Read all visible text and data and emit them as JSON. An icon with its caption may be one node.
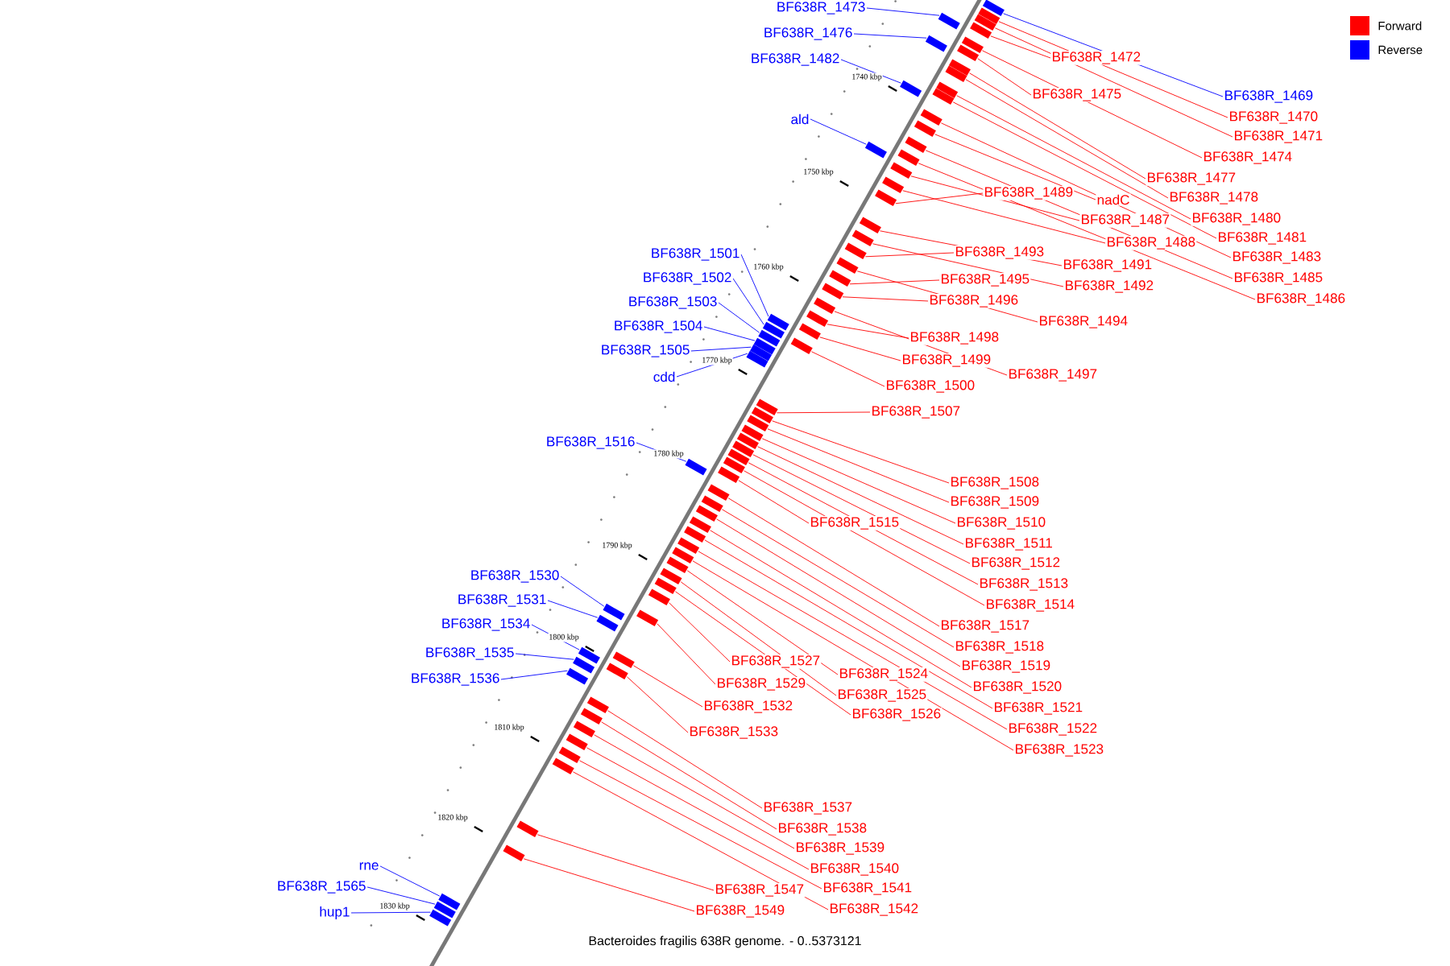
{
  "diagram": {
    "caption": "Bacteroides fragilis 638R genome. - 0..5373121",
    "nodes": [
      {
        "text": [
          "BF638R_1473"
        ]
      },
      {
        "text": [
          "BF638R_1476"
        ]
      },
      {
        "text": [
          "BF638R_1472"
        ]
      },
      {
        "text": [
          "BF638R_1482"
        ]
      },
      {
        "text": [
          "BF638R_1475"
        ]
      },
      {
        "text": [
          "BF638R_1469"
        ]
      },
      {
        "text": [
          "BF638R_1470"
        ]
      },
      {
        "text": [
          "ald"
        ]
      },
      {
        "text": [
          "BF638R_1471"
        ]
      },
      {
        "text": [
          "BF638R_1474"
        ]
      },
      {
        "text": [
          "BF638R_1477"
        ]
      },
      {
        "text": [
          "BF638R_1489"
        ]
      },
      {
        "text": [
          "BF638R_1478"
        ]
      },
      {
        "text": [
          "nadC"
        ]
      },
      {
        "text": [
          "BF638R_1480"
        ]
      },
      {
        "text": [
          "BF638R_1487"
        ]
      },
      {
        "text": [
          "BF638R_1481"
        ]
      },
      {
        "text": [
          "BF638R_1488"
        ]
      },
      {
        "text": [
          "BF638R_1493"
        ]
      },
      {
        "text": [
          "BF638R_1501"
        ]
      },
      {
        "text": [
          "BF638R_1483"
        ]
      },
      {
        "text": [
          "BF638R_1491"
        ]
      },
      {
        "text": [
          "BF638R_1502"
        ]
      },
      {
        "text": [
          "BF638R_1485"
        ]
      },
      {
        "text": [
          "BF638R_1495"
        ]
      },
      {
        "text": [
          "BF638R_1492"
        ]
      },
      {
        "text": [
          "BF638R_1486"
        ]
      },
      {
        "text": [
          "BF638R_1496"
        ]
      },
      {
        "text": [
          "BF638R_1503"
        ]
      },
      {
        "text": [
          "BF638R_1494"
        ]
      },
      {
        "text": [
          "BF638R_1504"
        ]
      },
      {
        "text": [
          "BF638R_1498"
        ]
      },
      {
        "text": [
          "BF638R_1505"
        ]
      },
      {
        "text": [
          "BF638R_1499"
        ]
      },
      {
        "text": [
          "BF638R_1497"
        ]
      },
      {
        "text": [
          "cdd"
        ]
      },
      {
        "text": [
          "BF638R_1500"
        ]
      },
      {
        "text": [
          "BF638R_1507"
        ]
      },
      {
        "text": [
          "BF638R_1516"
        ]
      },
      {
        "text": [
          "BF638R_1508"
        ]
      },
      {
        "text": [
          "BF638R_1509"
        ]
      },
      {
        "text": [
          "BF638R_1510"
        ]
      },
      {
        "text": [
          "BF638R_1515"
        ]
      },
      {
        "text": [
          "BF638R_1511"
        ]
      },
      {
        "text": [
          "BF638R_1512"
        ]
      },
      {
        "text": [
          "BF638R_1530"
        ]
      },
      {
        "text": [
          "BF638R_1513"
        ]
      },
      {
        "text": [
          "BF638R_1531"
        ]
      },
      {
        "text": [
          "BF638R_1514"
        ]
      },
      {
        "text": [
          "BF638R_1534"
        ]
      },
      {
        "text": [
          "BF638R_1517"
        ]
      },
      {
        "text": [
          "BF638R_1518"
        ]
      },
      {
        "text": [
          "BF638R_1535"
        ]
      },
      {
        "text": [
          "BF638R_1527"
        ]
      },
      {
        "text": [
          "BF638R_1519"
        ]
      },
      {
        "text": [
          "BF638R_1524"
        ]
      },
      {
        "text": [
          "BF638R_1536"
        ]
      },
      {
        "text": [
          "BF638R_1529"
        ]
      },
      {
        "text": [
          "BF638R_1520"
        ]
      },
      {
        "text": [
          "BF638R_1525"
        ]
      },
      {
        "text": [
          "BF638R_1532"
        ]
      },
      {
        "text": [
          "BF638R_1521"
        ]
      },
      {
        "text": [
          "BF638R_1526"
        ]
      },
      {
        "text": [
          "BF638R_1522"
        ]
      },
      {
        "text": [
          "BF638R_1533"
        ]
      },
      {
        "text": [
          "BF638R_1523"
        ]
      },
      {
        "text": [
          "BF638R_1537"
        ]
      },
      {
        "text": [
          "BF638R_1538"
        ]
      },
      {
        "text": [
          "BF638R_1539"
        ]
      },
      {
        "text": [
          "BF638R_1540"
        ]
      },
      {
        "text": [
          "rne"
        ]
      },
      {
        "text": [
          "BF638R_1565"
        ]
      },
      {
        "text": [
          "BF638R_1541"
        ]
      },
      {
        "text": [
          "BF638R_1547"
        ]
      },
      {
        "text": [
          "BF638R_1542"
        ]
      },
      {
        "text": [
          "hup1"
        ]
      },
      {
        "text": [
          "BF638R_1549"
        ]
      },
      {
        "text": [],
        "shape": "box"
      },
      {
        "text": [],
        "shape": "box"
      },
      {
        "text": [],
        "shape": "box"
      },
      {
        "text": [],
        "shape": "box"
      },
      {
        "text": [],
        "shape": "box"
      },
      {
        "text": [],
        "shape": "box"
      },
      {
        "text": [],
        "shape": "box"
      },
      {
        "text": [],
        "shape": "box"
      },
      {
        "text": [],
        "shape": "box"
      },
      {
        "text": [],
        "shape": "box"
      },
      {
        "text": [],
        "shape": "box"
      },
      {
        "text": [],
        "shape": "box"
      },
      {
        "text": [],
        "shape": "box"
      },
      {
        "text": [],
        "shape": "box"
      },
      {
        "text": [],
        "shape": "box"
      },
      {
        "text": [],
        "shape": "box"
      },
      {
        "text": [],
        "shape": "box"
      },
      {
        "text": [],
        "shape": "box"
      },
      {
        "text": [],
        "shape": "box"
      },
      {
        "text": [],
        "shape": "box"
      },
      {
        "text": [],
        "shape": "box"
      },
      {
        "text": [],
        "shape": "box"
      },
      {
        "text": [],
        "shape": "box"
      },
      {
        "text": [],
        "shape": "box"
      },
      {
        "text": [],
        "shape": "box"
      },
      {
        "text": [],
        "shape": "box"
      },
      {
        "text": [],
        "shape": "box"
      },
      {
        "text": [],
        "shape": "box"
      },
      {
        "text": [],
        "shape": "box"
      },
      {
        "text": [],
        "shape": "box"
      },
      {
        "text": [],
        "shape": "box"
      },
      {
        "text": [],
        "shape": "box"
      },
      {
        "text": [],
        "shape": "box"
      },
      {
        "text": [],
        "shape": "box"
      },
      {
        "text": [],
        "shape": "box"
      },
      {
        "text": [],
        "shape": "box"
      },
      {
        "text": [],
        "shape": "box"
      },
      {
        "text": [],
        "shape": "box"
      },
      {
        "text": [],
        "shape": "box"
      },
      {
        "text": [],
        "shape": "box"
      },
      {
        "text": [],
        "shape": "box"
      },
      {
        "text": [],
        "shape": "box"
      },
      {
        "text": [],
        "shape": "box"
      },
      {
        "text": [],
        "shape": "box"
      },
      {
        "text": [],
        "shape": "box"
      },
      {
        "text": [],
        "shape": "box"
      },
      {
        "text": [],
        "shape": "box"
      },
      {
        "text": [],
        "shape": "box"
      },
      {
        "text": [],
        "shape": "box"
      },
      {
        "text": [],
        "shape": "box"
      },
      {
        "text": [],
        "shape": "box"
      },
      {
        "text": [],
        "shape": "box"
      },
      {
        "text": [],
        "shape": "box"
      },
      {
        "text": [],
        "shape": "box"
      },
      {
        "text": [],
        "shape": "box"
      },
      {
        "text": [],
        "shape": "box"
      },
      {
        "text": [],
        "shape": "box"
      },
      {
        "text": [],
        "shape": "box"
      },
      {
        "text": [],
        "shape": "box"
      },
      {
        "text": [],
        "shape": "box"
      },
      {
        "text": [],
        "shape": "box"
      },
      {
        "text": [],
        "shape": "box"
      },
      {
        "text": [],
        "shape": "box"
      },
      {
        "text": [],
        "shape": "box"
      },
      {
        "text": [],
        "shape": "box"
      },
      {
        "text": [],
        "shape": "box"
      },
      {
        "text": [],
        "shape": "box"
      },
      {
        "text": [],
        "shape": "box"
      },
      {
        "text": [],
        "shape": "box"
      },
      {
        "text": [],
        "shape": "box"
      },
      {
        "text": [],
        "shape": "box"
      },
      {
        "text": [],
        "shape": "box"
      },
      {
        "text": [],
        "shape": "box"
      },
      {
        "text": [],
        "shape": "box"
      },
      {
        "text": [],
        "shape": "box"
      },
      {
        "text": [],
        "shape": "box"
      },
      {
        "text": [],
        "shape": "box"
      }
    ],
    "edges": [
      {
        "from": 0,
        "to": 77,
        "arrow": "none",
        "color": "#0000ff"
      },
      {
        "from": 1,
        "to": 78,
        "arrow": "none",
        "color": "#0000ff"
      },
      {
        "from": 2,
        "to": 79,
        "arrow": "none"
      },
      {
        "from": 3,
        "to": 80,
        "arrow": "none",
        "color": "#0000ff"
      },
      {
        "from": 4,
        "to": 81,
        "arrow": "none"
      },
      {
        "from": 5,
        "to": 82,
        "arrow": "none",
        "color": "#0000ff"
      },
      {
        "from": 6,
        "to": 83,
        "arrow": "none"
      },
      {
        "from": 7,
        "to": 84,
        "arrow": "none",
        "color": "#0000ff"
      },
      {
        "from": 8,
        "to": 85,
        "arrow": "none"
      },
      {
        "from": 9,
        "to": 86,
        "arrow": "none"
      },
      {
        "from": 10,
        "to": 87,
        "arrow": "none"
      },
      {
        "from": 11,
        "to": 88,
        "arrow": "none"
      },
      {
        "from": 12,
        "to": 89,
        "arrow": "none"
      },
      {
        "from": 13,
        "to": 90,
        "arrow": "none"
      },
      {
        "from": 14,
        "to": 91,
        "arrow": "none"
      },
      {
        "from": 15,
        "to": 92,
        "arrow": "none"
      },
      {
        "from": 16,
        "to": 93,
        "arrow": "none"
      },
      {
        "from": 17,
        "to": 94,
        "arrow": "none"
      },
      {
        "from": 18,
        "to": 95,
        "arrow": "none"
      },
      {
        "from": 19,
        "to": 96,
        "arrow": "none",
        "color": "#0000ff"
      },
      {
        "from": 20,
        "to": 97,
        "arrow": "none"
      },
      {
        "from": 21,
        "to": 98,
        "arrow": "none"
      },
      {
        "from": 22,
        "to": 99,
        "arrow": "none",
        "color": "#0000ff"
      },
      {
        "from": 23,
        "to": 100,
        "arrow": "none"
      },
      {
        "from": 24,
        "to": 101,
        "arrow": "none"
      },
      {
        "from": 25,
        "to": 102,
        "arrow": "none"
      },
      {
        "from": 26,
        "to": 103,
        "arrow": "none"
      },
      {
        "from": 27,
        "to": 104,
        "arrow": "none"
      },
      {
        "from": 28,
        "to": 105,
        "arrow": "none",
        "color": "#0000ff"
      },
      {
        "from": 29,
        "to": 106,
        "arrow": "none"
      },
      {
        "from": 30,
        "to": 107,
        "arrow": "none",
        "color": "#0000ff"
      },
      {
        "from": 31,
        "to": 108,
        "arrow": "none"
      },
      {
        "from": 32,
        "to": 109,
        "arrow": "none",
        "color": "#0000ff"
      },
      {
        "from": 33,
        "to": 110,
        "arrow": "none"
      },
      {
        "from": 34,
        "to": 111,
        "arrow": "none"
      },
      {
        "from": 35,
        "to": 112,
        "arrow": "none",
        "color": "#0000ff"
      },
      {
        "from": 36,
        "to": 113,
        "arrow": "none"
      },
      {
        "from": 37,
        "to": 114,
        "arrow": "none"
      },
      {
        "from": 38,
        "to": 115,
        "arrow": "none",
        "color": "#0000ff"
      },
      {
        "from": 39,
        "to": 116,
        "arrow": "none"
      },
      {
        "from": 40,
        "to": 117,
        "arrow": "none"
      },
      {
        "from": 41,
        "to": 118,
        "arrow": "none"
      },
      {
        "from": 42,
        "to": 119,
        "arrow": "none"
      },
      {
        "from": 43,
        "to": 120,
        "arrow": "none"
      },
      {
        "from": 44,
        "to": 121,
        "arrow": "none"
      },
      {
        "from": 45,
        "to": 122,
        "arrow": "none",
        "color": "#0000ff"
      },
      {
        "from": 46,
        "to": 123,
        "arrow": "none"
      },
      {
        "from": 47,
        "to": 124,
        "arrow": "none",
        "color": "#0000ff"
      },
      {
        "from": 48,
        "to": 125,
        "arrow": "none"
      },
      {
        "from": 49,
        "to": 126,
        "arrow": "none",
        "color": "#0000ff"
      },
      {
        "from": 50,
        "to": 127,
        "arrow": "none"
      },
      {
        "from": 51,
        "to": 128,
        "arrow": "none"
      },
      {
        "from": 52,
        "to": 129,
        "arrow": "none",
        "color": "#0000ff"
      },
      {
        "from": 53,
        "to": 130,
        "arrow": "none"
      },
      {
        "from": 54,
        "to": 131,
        "arrow": "none"
      },
      {
        "from": 55,
        "to": 132,
        "arrow": "none"
      },
      {
        "from": 56,
        "to": 133,
        "arrow": "none",
        "color": "#0000ff"
      },
      {
        "from": 57,
        "to": 134,
        "arrow": "none"
      },
      {
        "from": 58,
        "to": 135,
        "arrow": "none"
      },
      {
        "from": 59,
        "to": 136,
        "arrow": "none"
      },
      {
        "from": 60,
        "to": 137,
        "arrow": "none"
      },
      {
        "from": 61,
        "to": 138,
        "arrow": "none"
      },
      {
        "from": 62,
        "to": 139,
        "arrow": "none"
      },
      {
        "from": 63,
        "to": 140,
        "arrow": "none"
      },
      {
        "from": 64,
        "to": 141,
        "arrow": "none"
      },
      {
        "from": 65,
        "to": 142,
        "arrow": "none"
      },
      {
        "from": 66,
        "to": 143,
        "arrow": "none"
      },
      {
        "from": 67,
        "to": 144,
        "arrow": "none"
      },
      {
        "from": 68,
        "to": 145,
        "arrow": "none"
      },
      {
        "from": 69,
        "to": 146,
        "arrow": "none"
      },
      {
        "from": 70,
        "to": 147,
        "arrow": "none",
        "color": "#0000ff"
      },
      {
        "from": 71,
        "to": 148,
        "arrow": "none",
        "color": "#0000ff"
      },
      {
        "from": 72,
        "to": 149,
        "arrow": "none"
      },
      {
        "from": 73,
        "to": 150,
        "arrow": "none"
      },
      {
        "from": 74,
        "to": 151,
        "arrow": "none"
      },
      {
        "from": 75,
        "to": 152,
        "arrow": "none",
        "color": "#0000ff"
      },
      {
        "from": 76,
        "to": 153,
        "arrow": "none"
      }
    ],
    "labels": [
      "1740 kbp",
      "1750 kbp",
      "1760 kbp",
      "1770 kbp",
      "1780 kbp",
      "1790 kbp",
      "1800 kbp",
      "1810 kbp",
      "1820 kbp",
      "1830 kbp"
    ],
    "legend": [
      {
        "text": "Forward",
        "color": "#ff0000"
      },
      {
        "text": "Reverse",
        "color": "#0000ff"
      }
    ]
  }
}
